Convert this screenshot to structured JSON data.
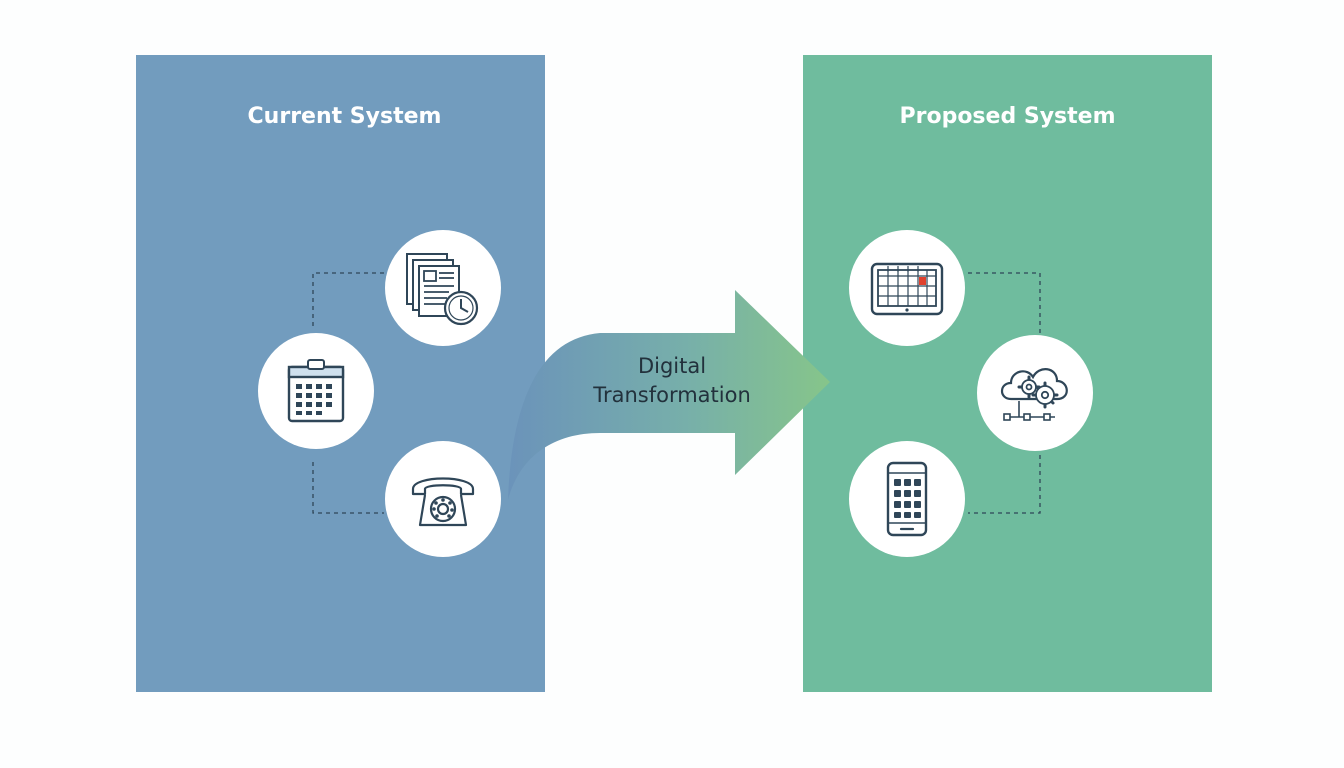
{
  "diagram": {
    "current_system": {
      "title": "Current System",
      "icons": [
        "paper-documents-clock-icon",
        "calendar-icon",
        "rotary-telephone-icon"
      ]
    },
    "proposed_system": {
      "title": "Proposed System",
      "icons": [
        "tablet-calendar-icon",
        "cloud-gears-network-icon",
        "smartphone-app-grid-icon"
      ]
    },
    "transition": {
      "label_line1": "Digital",
      "label_line2": "Transformation"
    },
    "colors": {
      "current_panel": "#729cbe",
      "proposed_panel": "#6fbc9e",
      "arrow_start": "#6b93ba",
      "arrow_end": "#86c58a",
      "icon_stroke": "#2f4658",
      "highlight": "#e0412e"
    }
  }
}
